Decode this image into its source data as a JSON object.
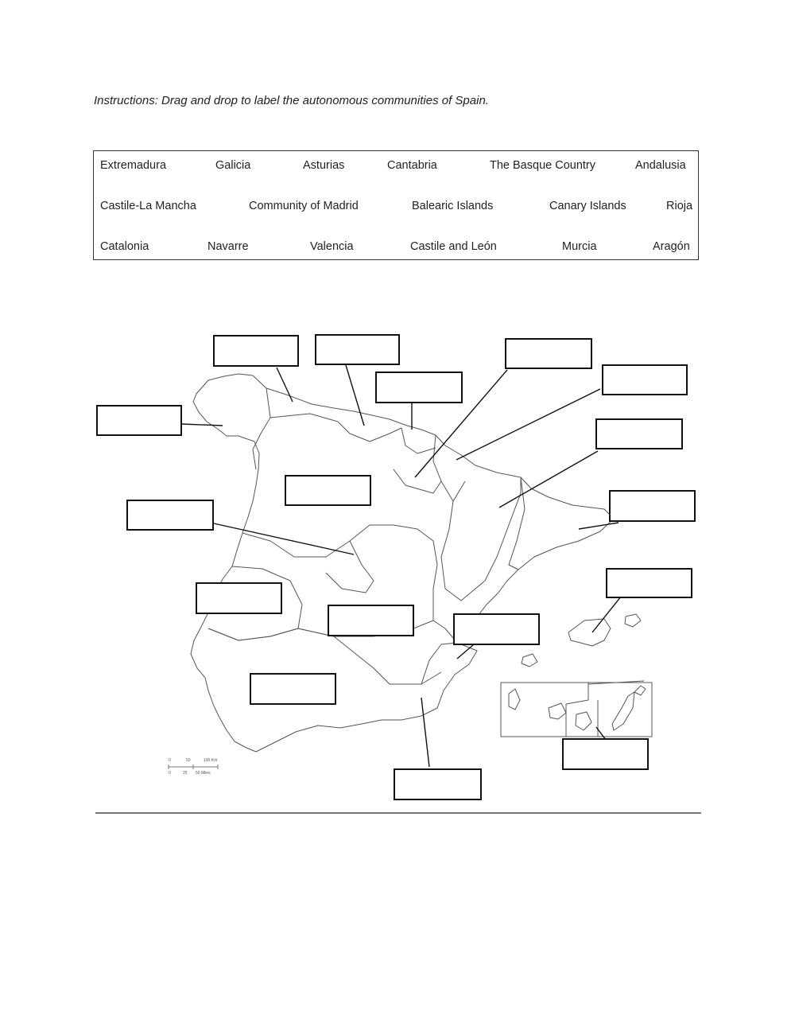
{
  "instructions": "Instructions: Drag and drop to label the autonomous communities of Spain.",
  "word_bank": {
    "row1": [
      "Extremadura",
      "Galicia",
      "Asturias",
      "Cantabria",
      "The Basque Country",
      "Andalusia"
    ],
    "row2": [
      "Castile-La Mancha",
      "Community of Madrid",
      "Balearic Islands",
      "Canary Islands",
      "Rioja"
    ],
    "row3": [
      "Catalonia",
      "Navarre",
      "Valencia",
      "Castile and León",
      "Murcia",
      "Aragón"
    ]
  },
  "scale": {
    "km_labels": [
      "0",
      "50",
      "100 Km"
    ],
    "mile_labels": [
      "0",
      "25",
      "50 Miles"
    ]
  },
  "map": {
    "drop_box_count": 17,
    "line_color": "#111111",
    "border_color": "#555555"
  }
}
